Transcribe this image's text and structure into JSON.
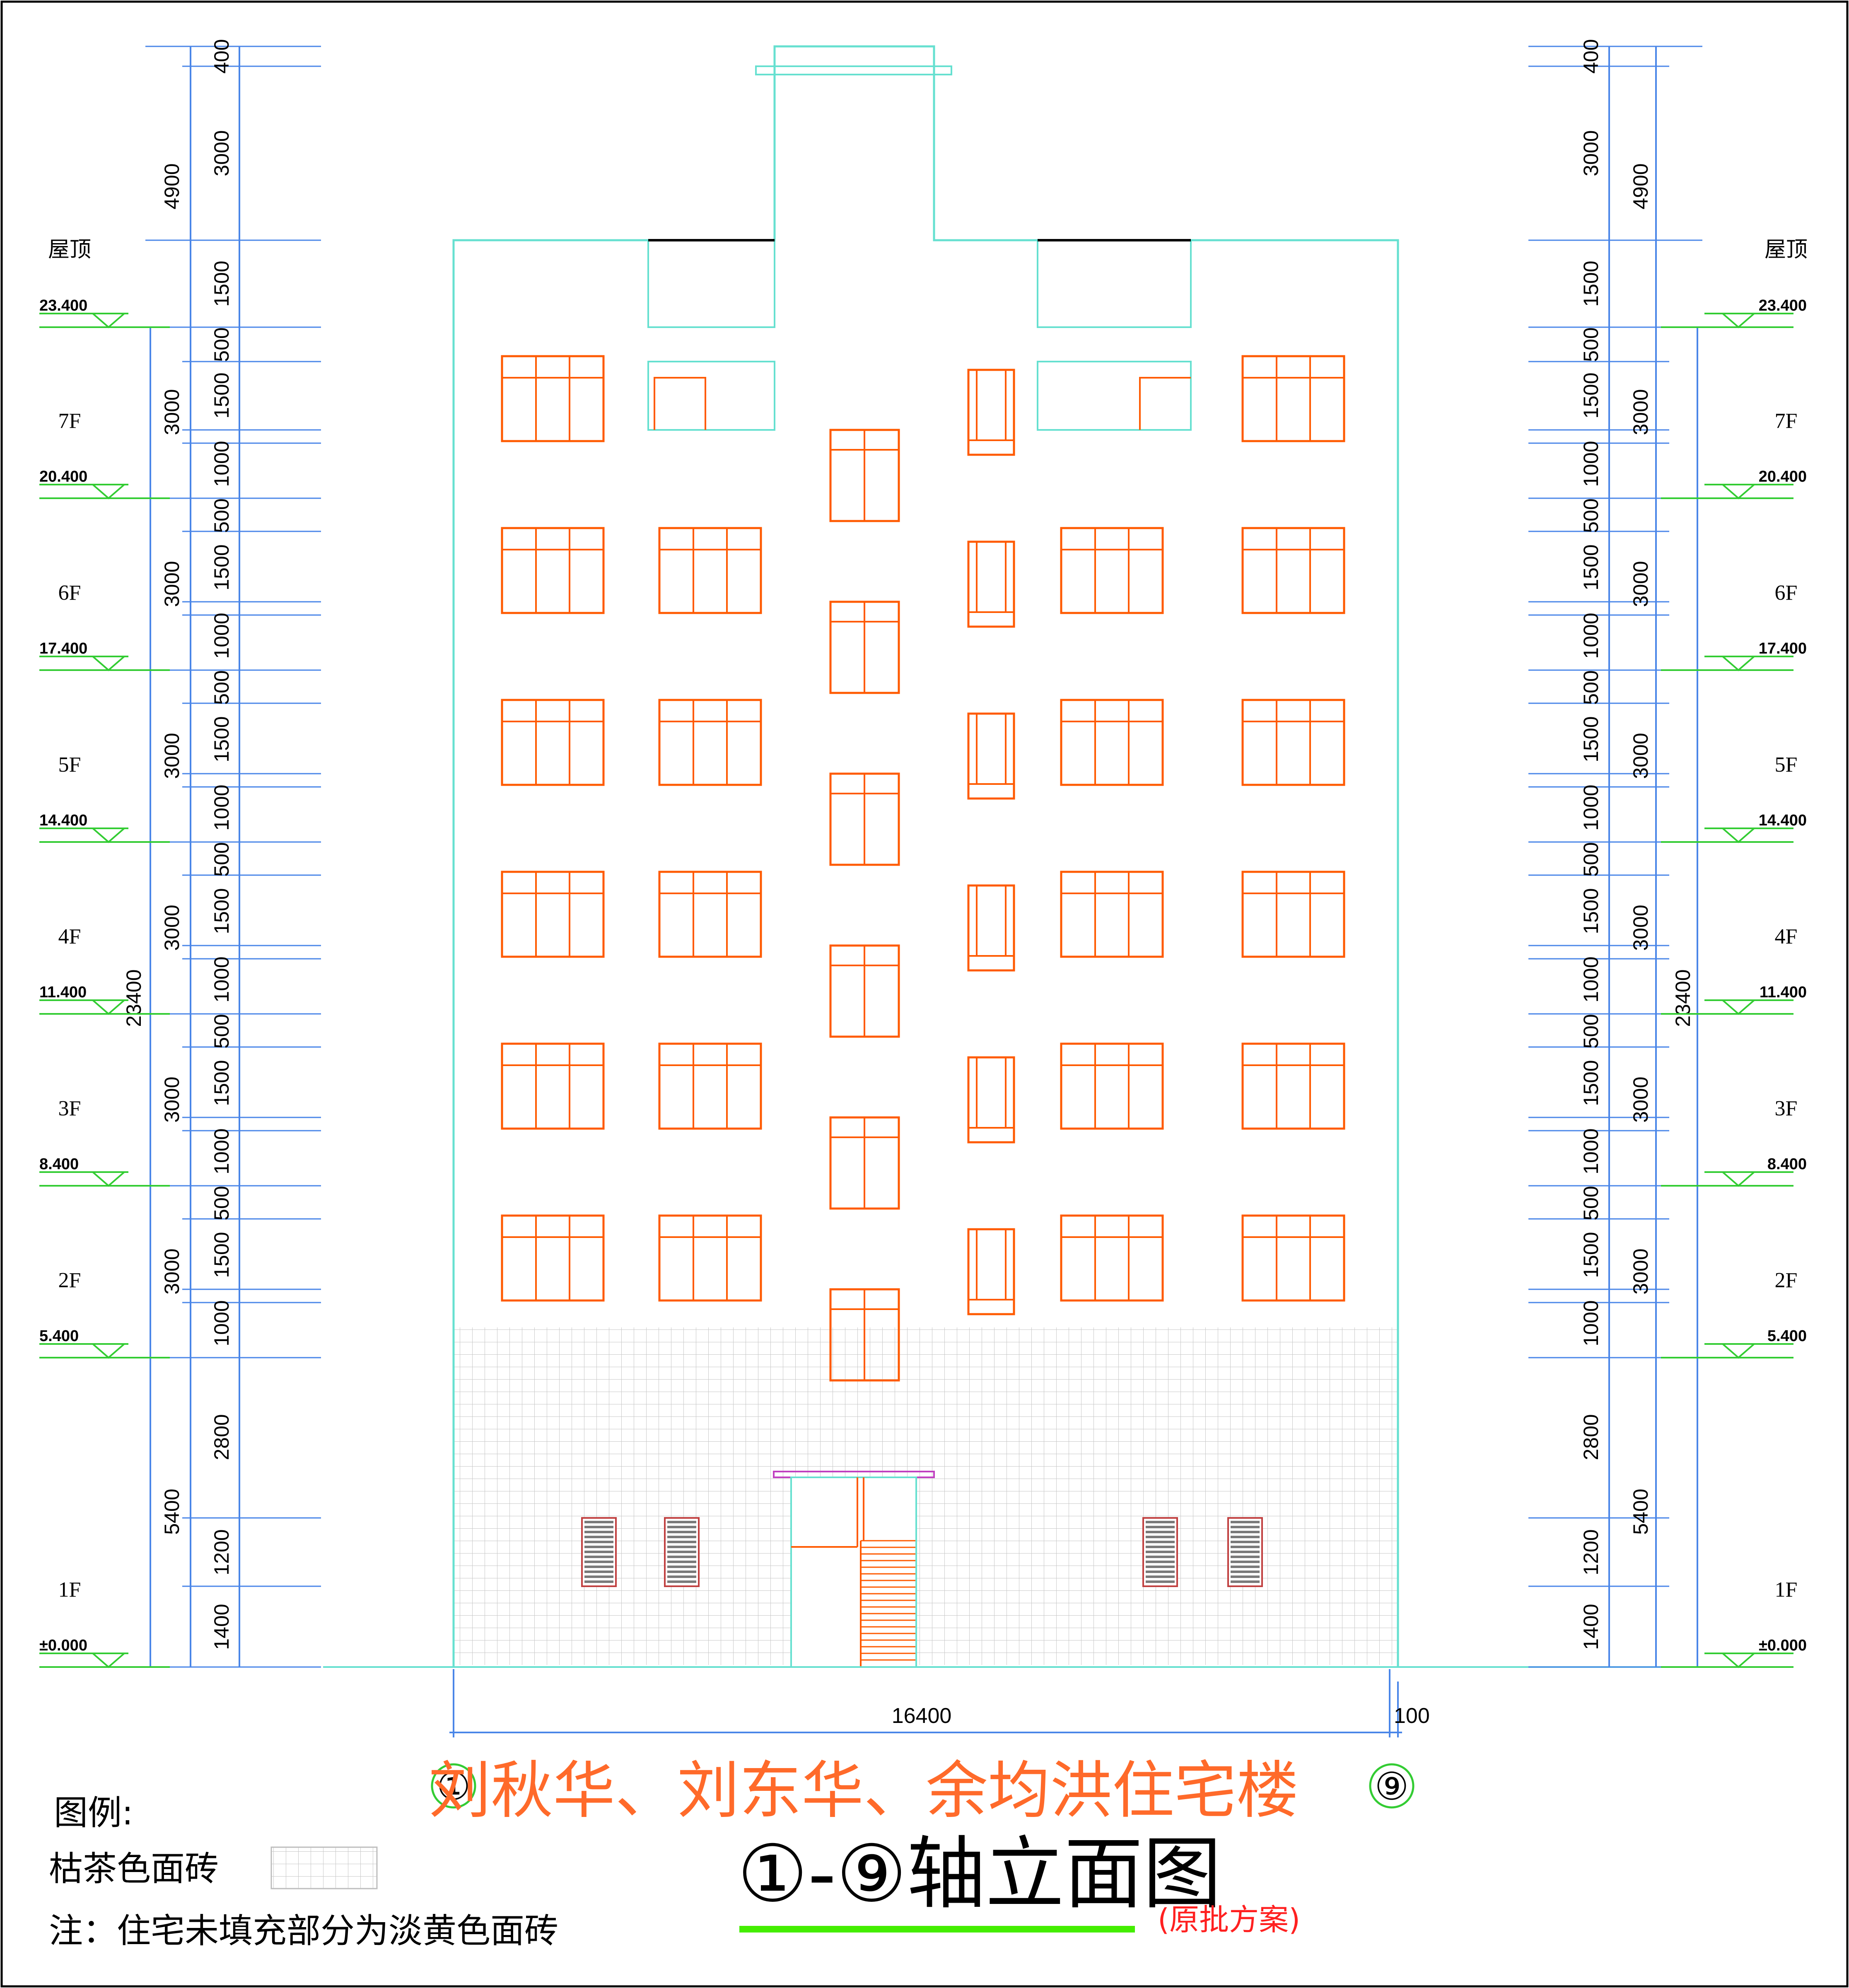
{
  "drawing": {
    "title": "刘秋华、刘东华、余均洪住宅楼",
    "subtitle": "①-⑨轴立面图",
    "subtitle_note": "(原批方案)",
    "axis_left": "①",
    "axis_right": "⑨",
    "overall_width": "16400",
    "edge_offset": "100",
    "total_height": "23400",
    "roof_total": "4900",
    "ground_total": "5400"
  },
  "legend": {
    "heading": "图例:",
    "item": "枯茶色面砖",
    "note": "注：住宅未填充部分为淡黄色面砖"
  },
  "levels": [
    {
      "label": "屋顶",
      "elevation": "23.400"
    },
    {
      "label": "7F",
      "elevation": "20.400"
    },
    {
      "label": "6F",
      "elevation": "17.400"
    },
    {
      "label": "5F",
      "elevation": "14.400"
    },
    {
      "label": "4F",
      "elevation": "11.400"
    },
    {
      "label": "3F",
      "elevation": "8.400"
    },
    {
      "label": "2F",
      "elevation": "5.400"
    },
    {
      "label": "1F",
      "elevation": "±0.000"
    }
  ],
  "dims_floor": [
    "3000",
    "3000",
    "3000",
    "3000",
    "3000",
    "3000"
  ],
  "dims_fine": [
    "400",
    "3000",
    "1500",
    "500",
    "1500",
    "1000",
    "500",
    "1500",
    "1000",
    "500",
    "1500",
    "1000",
    "500",
    "1500",
    "1000",
    "500",
    "1500",
    "1000",
    "500",
    "1500",
    "1000",
    "2800",
    "1200",
    "1400"
  ],
  "colors": {
    "dimension": "#4a86e8",
    "level": "#33cc33",
    "outline": "#66e0d0",
    "window": "#ff5a00",
    "title": "#ff6a2a",
    "note_red": "#ff2020",
    "underline": "#44ee00",
    "canopy": "#c040c0",
    "grid": "#c8c8c8"
  }
}
